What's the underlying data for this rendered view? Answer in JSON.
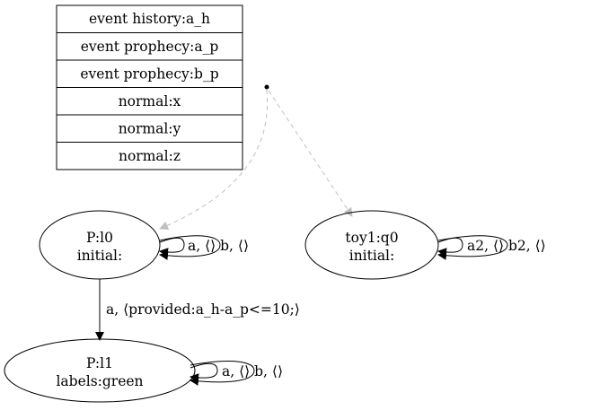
{
  "variables_table": {
    "rows": [
      "event history:a_h",
      "event prophecy:a_p",
      "event prophecy:b_p",
      "normal:x",
      "normal:y",
      "normal:z"
    ]
  },
  "states": {
    "p_l0": {
      "line1": "P:l0",
      "line2": "initial:"
    },
    "toy1_q0": {
      "line1": "toy1:q0",
      "line2": "initial:"
    },
    "p_l1": {
      "line1": "P:l1",
      "line2": "labels:green"
    }
  },
  "edges": {
    "p_l0_self_loop": "a, ⟨⟩ b, ⟨⟩",
    "toy1_q0_self_loop": "a2, ⟨⟩ b2, ⟨⟩",
    "p_l1_self_loop": "a, ⟨⟩ b, ⟨⟩",
    "p_l0_to_p_l1": "a, ⟨provided:a_h-a_p<=10;⟩"
  },
  "colors": {
    "ink": "#000000",
    "initial_arrow": "#c0c0c0"
  }
}
